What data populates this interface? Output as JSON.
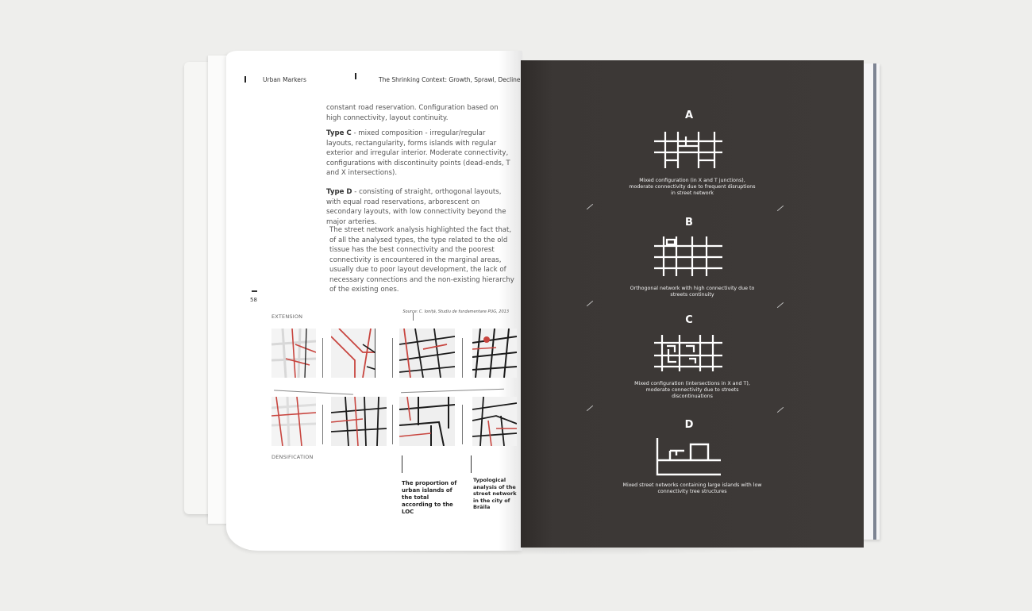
{
  "header": {
    "left_title": "Urban Markers",
    "right_title": "The Shrinking Context: Growth, Sprawl, Decline"
  },
  "left_page": {
    "para_intro": "constant road reservation. Configuration based on high connectivity, layout continuity.",
    "type_c_label": "Type C",
    "type_c_text": " - mixed composition - irregular/regular layouts, rectangularity, forms islands with regular exterior and irregular interior. Moderate connectivity, configurations with discontinuity points (dead-ends, T and X intersections).",
    "type_d_label": "Type D",
    "type_d_text": " - consisting of straight, orthogonal layouts, with equal road reservations, arborescent on secondary layouts, with low connectivity beyond the major arteries.",
    "para_analysis": "The street network analysis highlighted the fact that, of all the analysed types, the type related to the old tissue has the best connectivity and the poorest connectivity is encountered in the marginal areas, usually due to poor layout development, the lack of necessary connections and the non-existing hierarchy of the existing ones.",
    "page_number": "58",
    "source": "Source: C. Ioniță, Studiu de fundamentare PUG, 2013",
    "label_extension": "EXTENSION",
    "label_densification": "DENSIFICATION",
    "caption_proportion": "The proportion of urban islands of the total according to the LOC",
    "caption_typological": "Typological analysis of the street network in the city of Brăila"
  },
  "right_page": {
    "diagrams": [
      {
        "letter": "A",
        "description": "Mixed configuration (in X and T junctions), moderate connectivity due to frequent disruptions in street network"
      },
      {
        "letter": "B",
        "description": "Orthogonal network with high connectivity due to streets continuity"
      },
      {
        "letter": "C",
        "description": "Mixed configuration (intersections in X and T), moderate connectivity due to streets discontinuations"
      },
      {
        "letter": "D",
        "description": "Mixed street networks containing large islands with low connectivity tree structures"
      }
    ]
  },
  "colors": {
    "dark_page": "#3c3836",
    "accent_red": "#c8453f",
    "street_black": "#1a1a1a"
  }
}
